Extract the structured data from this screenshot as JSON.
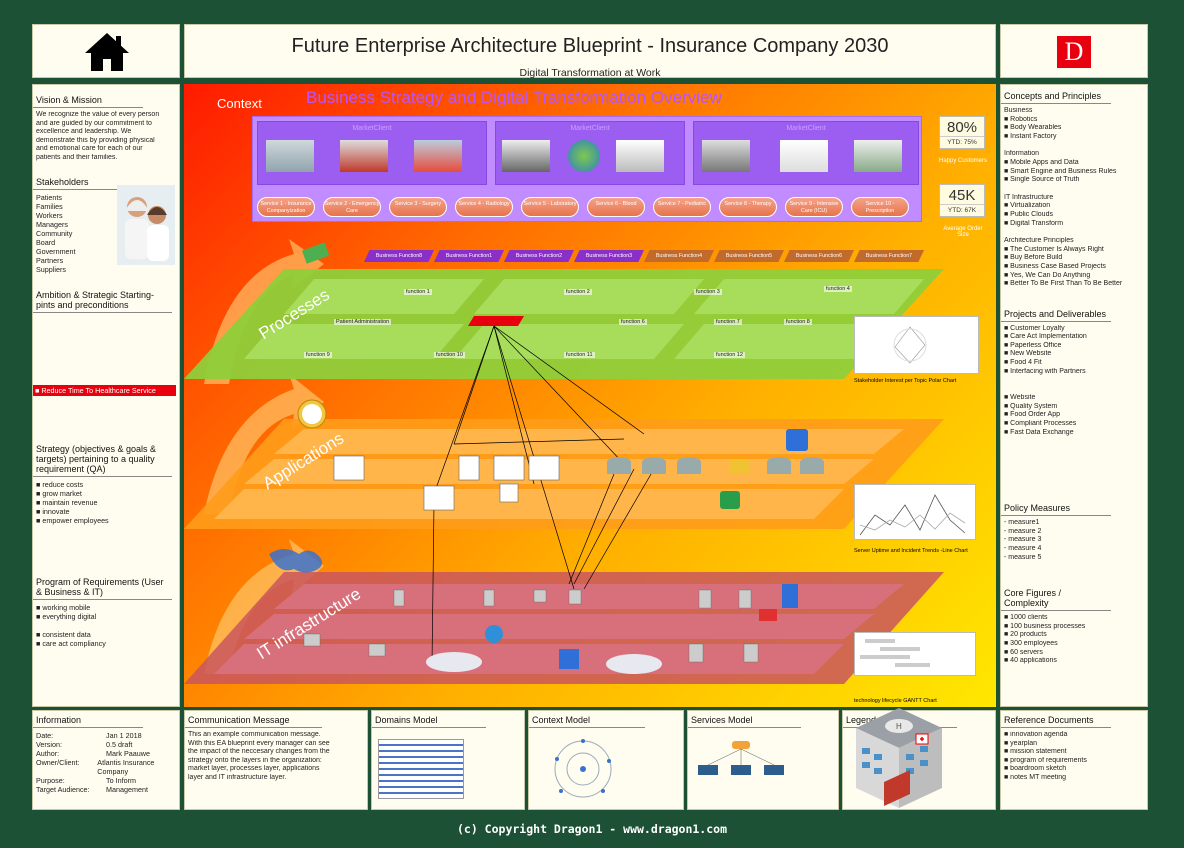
{
  "header": {
    "title": "Future Enterprise Architecture Blueprint - Insurance Company 2030",
    "subtitle": "Digital Transformation at Work",
    "logo_letter": "D"
  },
  "left": {
    "vision": {
      "title": "Vision & Mission",
      "text": [
        "We recognize the value of every person",
        "and are guided by our commitment to",
        "excellence and leadership. We",
        "demonstrate this by providing physical",
        "and emotional care for each of our",
        "patients and their families."
      ]
    },
    "stakeholders": {
      "title": "Stakeholders",
      "items": [
        "Patients",
        "Families",
        "Workers",
        "Managers",
        "Community",
        "Board",
        "Government",
        "Partners",
        "Suppliers"
      ]
    },
    "ambition": {
      "title": "Ambition & Strategic Starting-pints and preconditions",
      "highlight": "■ Reduce Time To Healthcare Service"
    },
    "strategy": {
      "title": "Strategy (objectives & goals & targets) pertaining to a quality requirement (QA)",
      "items": [
        "■ reduce costs",
        "■ grow market",
        "■ maintain revenue",
        "■ innovate",
        "■ empower employees"
      ]
    },
    "requirements": {
      "title": "Program of Requirements (User & Business & IT)",
      "items": [
        "■ working mobile",
        "■ everything digital",
        "",
        "■ consistent data",
        "■ care act compliancy"
      ]
    }
  },
  "right": {
    "concepts": {
      "title": "Concepts and Principles",
      "items": [
        "Business",
        "■ Robotics",
        "■ Body Wearables",
        "■ Instant Factory",
        "",
        "Information",
        "■ Mobile Apps and Data",
        "■ Smart Engine and Business Rules",
        "■ Single Source of Truth",
        "",
        "IT Infrastructure",
        "■ Virtualization",
        "■ Public Clouds",
        "■ Digital Transform",
        "",
        "Architecture Principles",
        "■ The Customer Is Always Right",
        "■ Buy Before Build",
        "■ Business Case Based Projects",
        "■ Yes, We Can Do Anything",
        "■ Better To Be First Than To Be Better"
      ]
    },
    "projects": {
      "title": "Projects and Deliverables",
      "items": [
        "■ Customer Loyalty",
        "■ Care Act Implementation",
        "■ Paperless Office",
        "■ New Website",
        "■ Food 4 Fit",
        "■ Interfacing with Partners",
        "",
        "",
        "■ Website",
        "■ Quality System",
        "■ Food Order App",
        "■ Compliant Processes",
        "■ Fast Data Exchange"
      ]
    },
    "policy": {
      "title": "Policy Measures",
      "items": [
        "- measure1",
        "- measure 2",
        "- measure 3",
        "- measure 4",
        "- measure 5"
      ]
    },
    "core": {
      "title": "Core Figures / Complexity",
      "items": [
        "■ 1000 clients",
        "■ 100 business processes",
        "■ 20 products",
        "■ 300 employees",
        "■ 60 servers",
        "■ 40 applications"
      ]
    }
  },
  "main": {
    "context_label": "Context",
    "overview_title": "Business Strategy and Digital Transformation Overview",
    "markets": [
      "MarketClient",
      "MarketClient",
      "MarketClient"
    ],
    "services": [
      "Service 1 - Insurance Companyization",
      "Service 2 - Emergency Care",
      "Service 3 - Surgery",
      "Service 4 - Radiology",
      "Service 5 - Laboratory",
      "Service 6 - Blood",
      "Service 7 - Pediatric",
      "Service 8 - Therapy",
      "Service 9 - Intensive Care (ICU)",
      "Service 10 - Prescription"
    ],
    "kpis": [
      {
        "value": "80%",
        "ytd": "YTD: 75%",
        "label": "Happy Customers"
      },
      {
        "value": "45K",
        "ytd": "YTD: 67K",
        "label": "Average Order Size"
      }
    ],
    "business_functions": [
      "Business Function8",
      "Business Function1",
      "Business Function2",
      "Business Function3",
      "Business Function4",
      "Business Function5",
      "Business Function6",
      "Business Function7"
    ],
    "layers": [
      "Processes",
      "Applications",
      "IT infrastructure"
    ],
    "process_labels": [
      "function 1",
      "function 2",
      "function 3",
      "function 4",
      "Patient Administration",
      "function 6",
      "function 7",
      "function 8",
      "function 9",
      "function 10",
      "function 11",
      "function 12"
    ],
    "charts": [
      {
        "caption": "Stakeholder Interest per Topic Polar Chart"
      },
      {
        "caption": "Server Uptime and Incident Trends -Line Chart"
      },
      {
        "caption": "technology lifecycle GANTT Chart"
      }
    ]
  },
  "bottom": {
    "information": {
      "title": "Information",
      "rows": [
        [
          "Date:",
          "Jan 1 2018"
        ],
        [
          "Version:",
          "0.5 draft"
        ],
        [
          "Author:",
          "Mark Paauwe"
        ],
        [
          "Owner/Client:",
          "Atlantis Insurance Company"
        ],
        [
          "Purpose:",
          "To Inform"
        ],
        [
          "Target Audience:",
          "Management"
        ]
      ]
    },
    "communication": {
      "title": "Communication Message",
      "text": [
        "This an example communication message.",
        "With this EA blueprint every manager can see",
        "the impact of the neccesary changes from the",
        "strategy onto the layers in the organization:",
        "market layer, processes layer, applications",
        "layer and IT infrastructure layer."
      ]
    },
    "domains": {
      "title": "Domains Model"
    },
    "context": {
      "title": "Context Model"
    },
    "services": {
      "title": "Services Model"
    },
    "legend": {
      "title": "Legend"
    },
    "references": {
      "title": "Reference Documents",
      "items": [
        "■ innovation agenda",
        "■ yearplan",
        "■ mission statement",
        "■ program of requirements",
        "■ boardroom sketch",
        "■ notes MT meeting"
      ]
    }
  },
  "footer": {
    "copyright": "(c) Copyright Dragon1 - www.dragon1.com"
  },
  "colors": {
    "background": "#1d5135",
    "panel": "#fffdf0",
    "highlight": "#e8000f",
    "purple": "#9c5ef0"
  }
}
